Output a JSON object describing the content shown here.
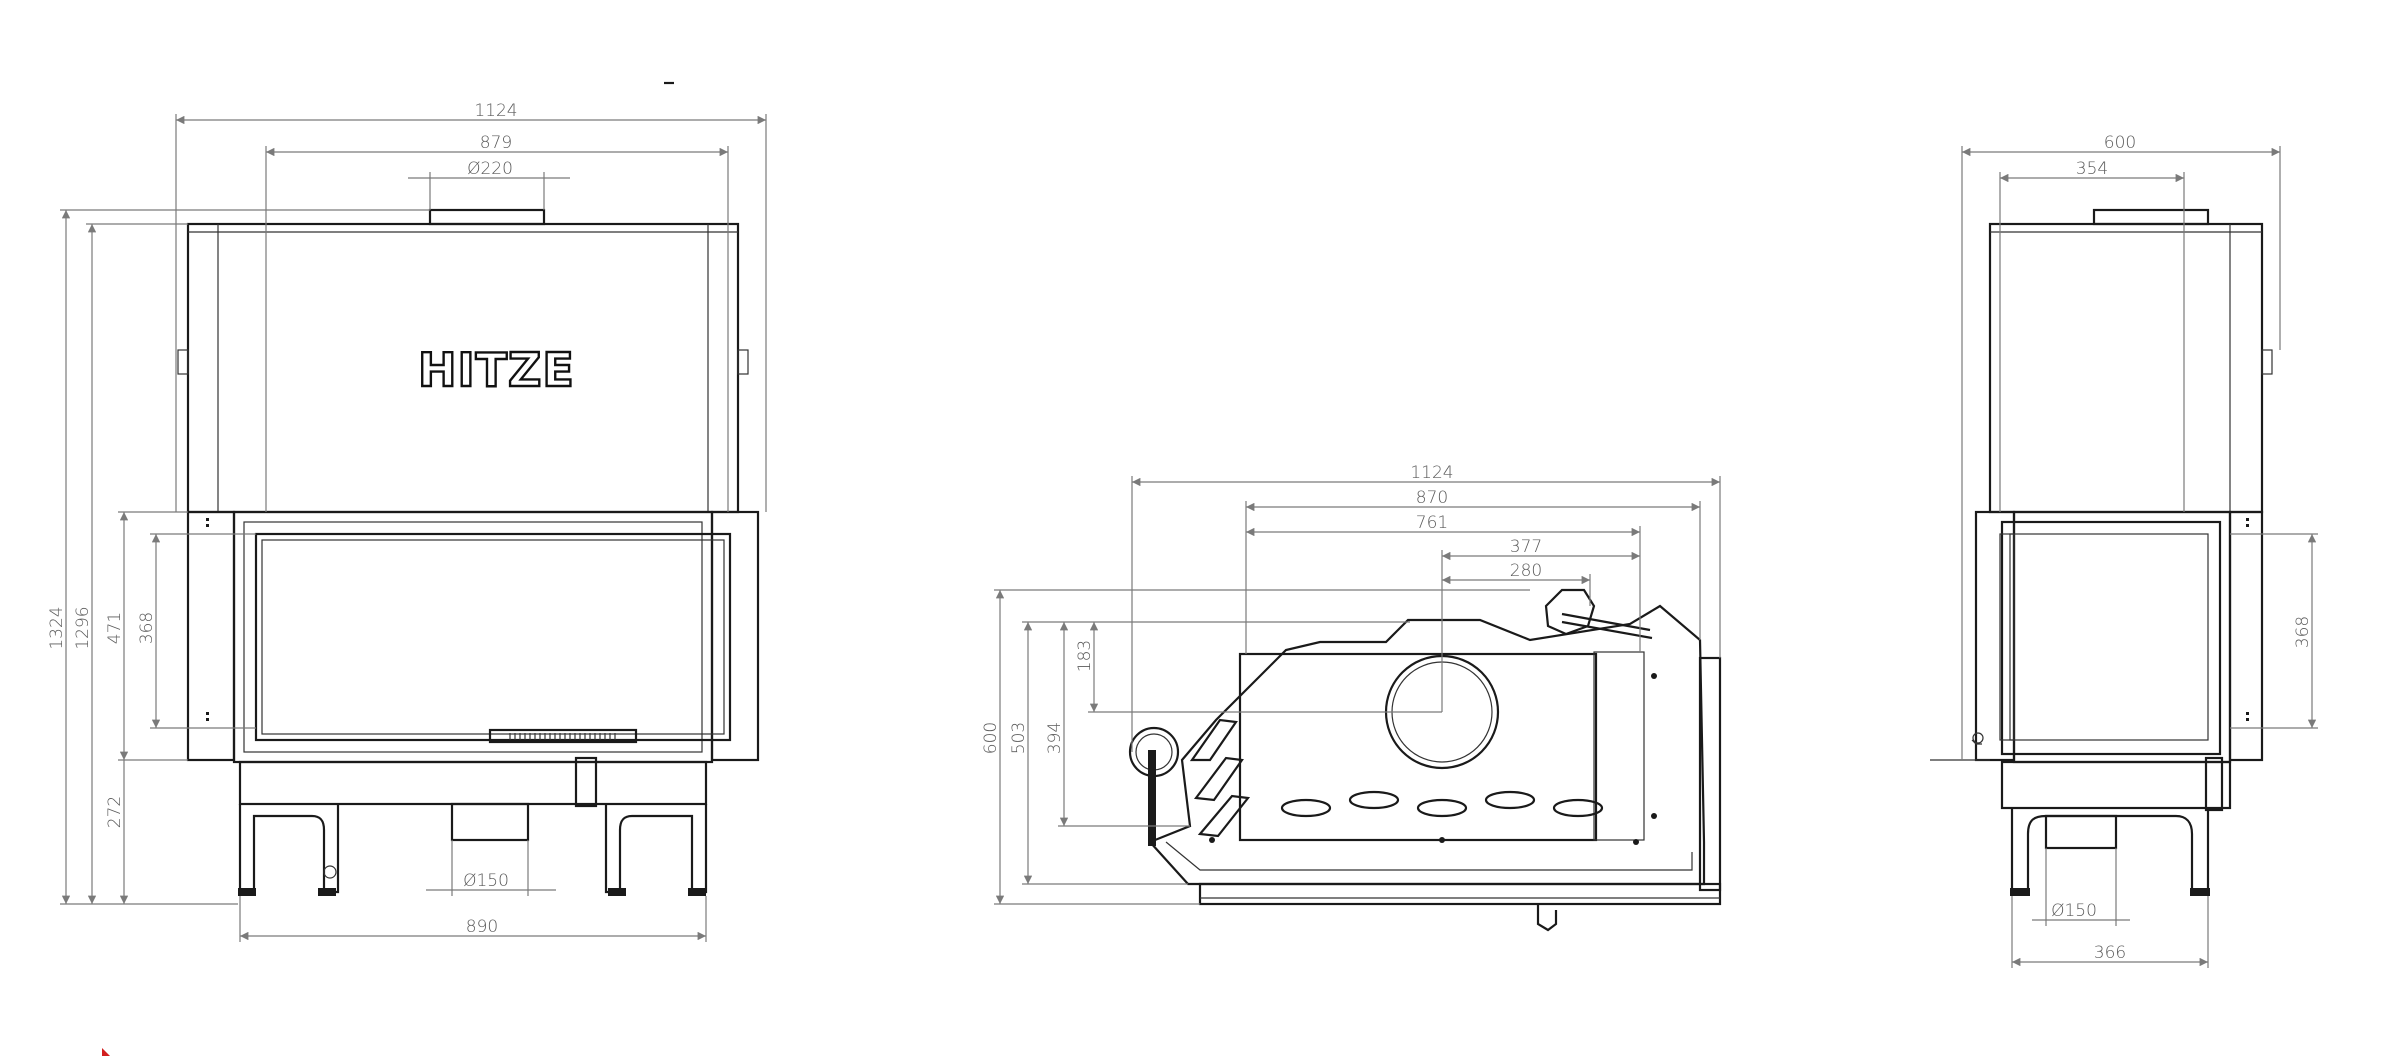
{
  "brand": {
    "logo_text": "HITZE"
  },
  "front_view": {
    "width_total": "1124",
    "width_inner": "879",
    "flue_diameter": "Ø220",
    "height_total": "1324",
    "height_body": "1296",
    "height_door": "471",
    "height_glass": "368",
    "height_legs": "272",
    "air_inlet_diameter": "Ø150",
    "width_base": "890"
  },
  "side_view": {
    "width_total": "1124",
    "width_870": "870",
    "width_761": "761",
    "width_377": "377",
    "width_280": "280",
    "height_183": "183",
    "height_600": "600",
    "height_503": "503",
    "height_394": "394"
  },
  "right_view": {
    "width_total": "600",
    "width_inner": "354",
    "height_glass": "368",
    "air_inlet_diameter": "Ø150",
    "width_base": "366"
  }
}
